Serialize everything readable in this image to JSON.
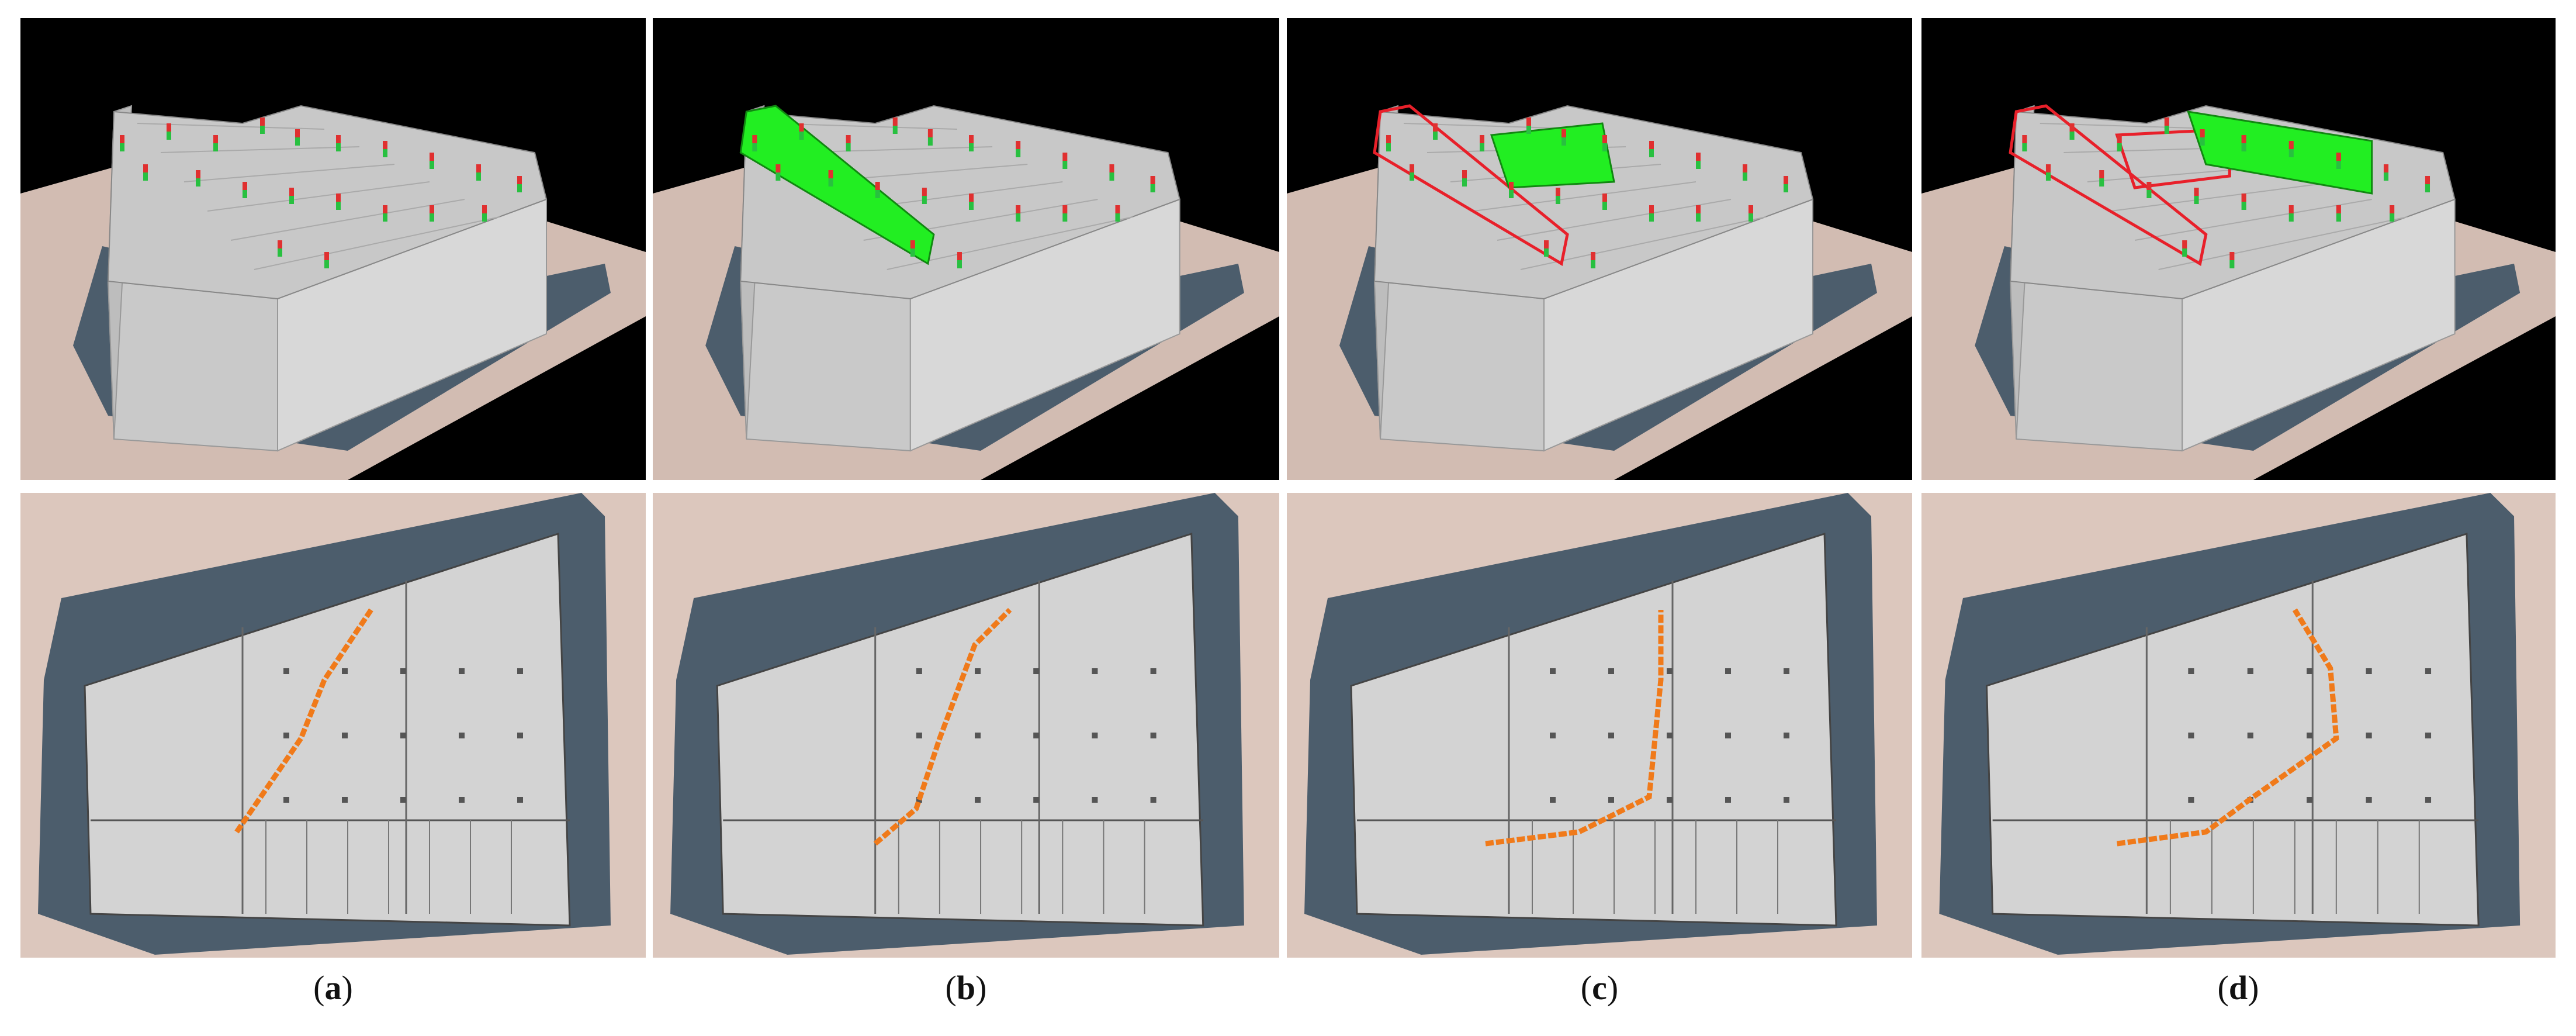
{
  "figure": {
    "panels": [
      {
        "id": "a",
        "caption_letter": "a",
        "highlight": "none",
        "highlight_color": "#22ee22",
        "route_color": "#f07a1a"
      },
      {
        "id": "b",
        "caption_letter": "b",
        "highlight": "wing-left",
        "highlight_color": "#22ee22",
        "route_color": "#f07a1a"
      },
      {
        "id": "c",
        "caption_letter": "c",
        "highlight": "wing-middle",
        "highlight_color": "#22ee22",
        "route_color": "#f07a1a"
      },
      {
        "id": "d",
        "caption_letter": "d",
        "highlight": "wing-right",
        "highlight_color": "#22ee22",
        "route_color": "#f07a1a"
      }
    ],
    "colors": {
      "background_3d": "#000000",
      "ground": "#d2bcb2",
      "building_wall": "#d4d4d4",
      "building_roof": "#c8c8c8",
      "shadow": "#4c5d6c",
      "outline_red": "#e8202a",
      "plan_floor": "#d3d3d3",
      "plan_bg": "#dcc7bd"
    }
  }
}
